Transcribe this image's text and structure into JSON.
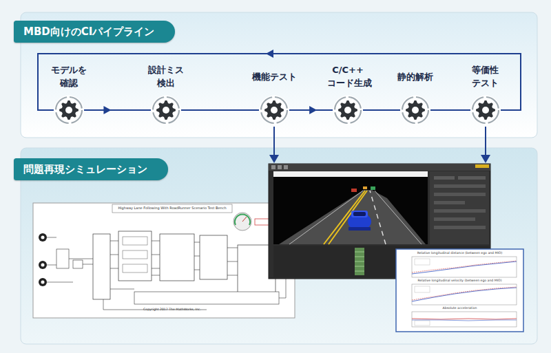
{
  "diagram": {
    "nodes": [
      {
        "text": [
          "MBD向けのCIパイプライン"
        ]
      },
      {
        "text": [
          "モデルを 確認"
        ],
        "in": 0
      },
      {
        "text": [
          "設計ミス 検出"
        ],
        "in": 0
      },
      {
        "text": [
          "機能テスト"
        ],
        "in": 0
      },
      {
        "text": [
          "C/C++ コード生成"
        ],
        "in": 0
      },
      {
        "text": [
          "静的解析"
        ],
        "in": 0
      },
      {
        "text": [
          "等価性 テスト"
        ],
        "in": 0
      },
      {
        "text": [
          "問題再現シミュレーション"
        ]
      }
    ],
    "edges": [
      {
        "from": 1,
        "to": 2,
        "arrow": "to"
      },
      {
        "from": 2,
        "to": 3,
        "arrow": "none"
      },
      {
        "from": 3,
        "to": 4,
        "arrow": "to"
      },
      {
        "from": 4,
        "to": 5,
        "arrow": "none"
      },
      {
        "from": 5,
        "to": 6,
        "arrow": "none"
      },
      {
        "from": 6,
        "to": 1,
        "arrow": "to"
      }
    ],
    "labels": [
      "Highway Lane Following With RoadRunner Scenario Test Bench",
      "Copyright 2017 The MathWorks, Inc.",
      "Relative longitudinal distance (between ego and MIO)",
      "Relative longitudinal velocity (between ego and MIO)",
      "Absolute acceleration"
    ]
  }
}
